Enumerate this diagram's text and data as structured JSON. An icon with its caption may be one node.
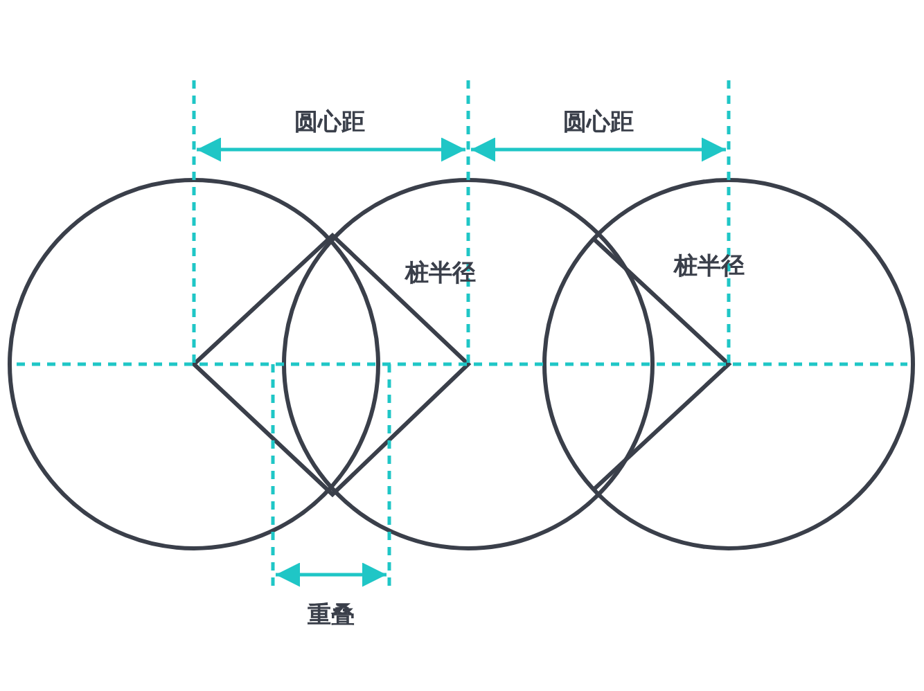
{
  "diagram": {
    "labels": [
      "圆心距",
      "圆心距",
      "桩半径",
      "桩半径",
      "重叠"
    ]
  }
}
